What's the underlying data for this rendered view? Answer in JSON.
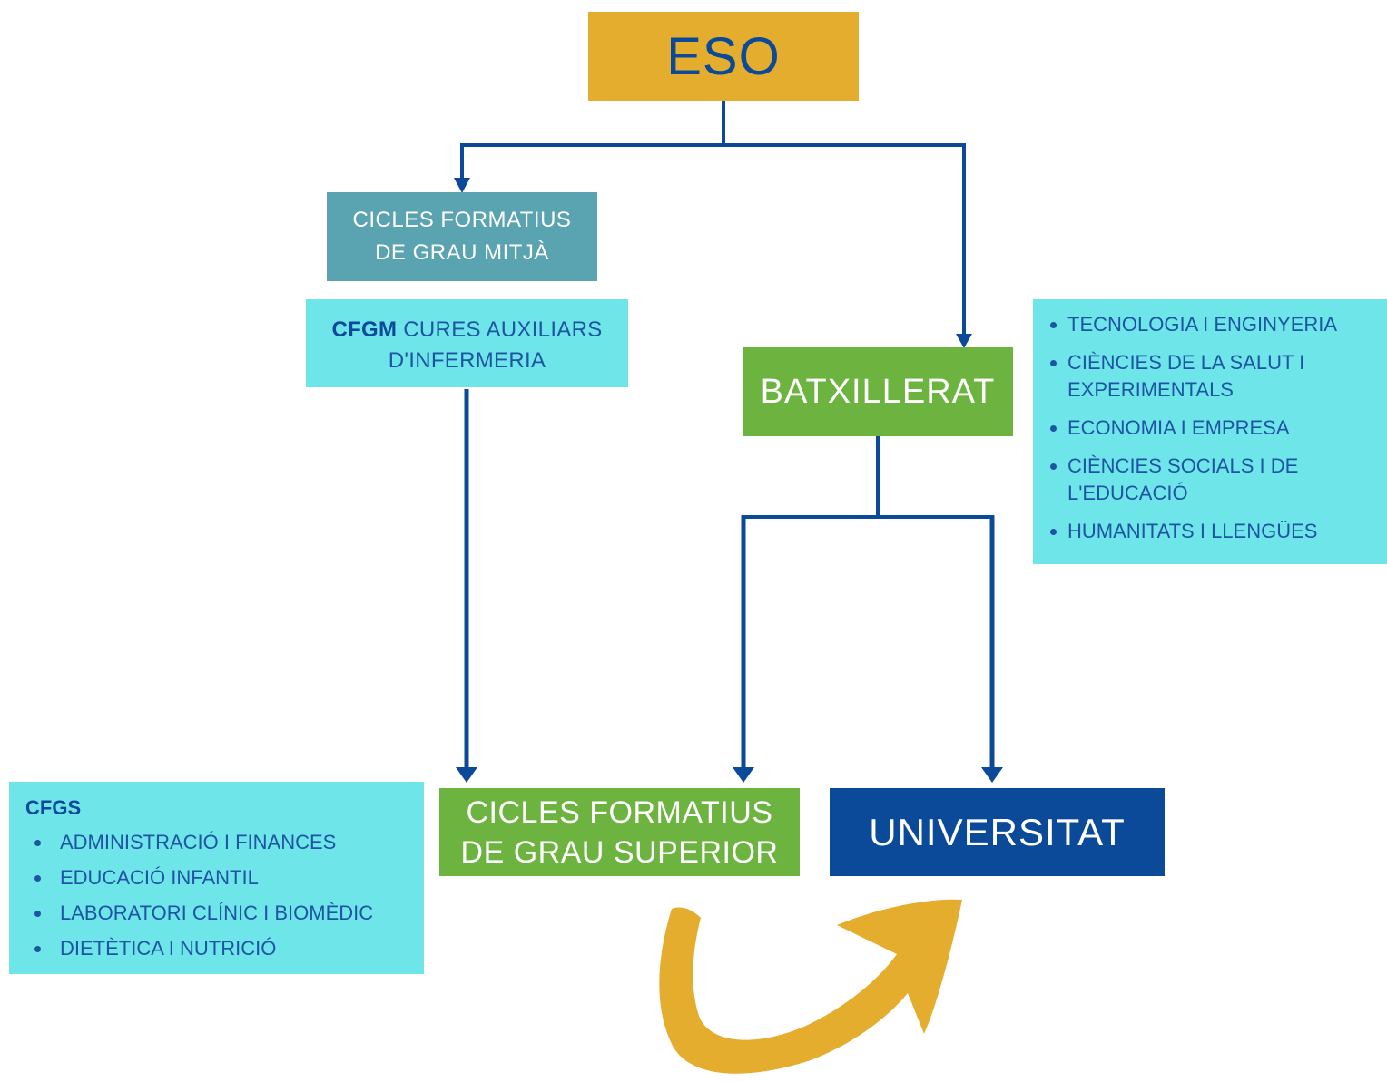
{
  "colors": {
    "eso_bg": "#e5ad2e",
    "eso_text": "#0b4a99",
    "cfgm_bg": "#5aa3b0",
    "light_cyan": "#6ee6e9",
    "green": "#6cb43f",
    "navy": "#0b4a99",
    "connector": "#0b4a99",
    "swoosh_arrow": "#e5ad2e"
  },
  "nodes": {
    "eso": {
      "label": "ESO"
    },
    "cfgm": {
      "line1": "CICLES FORMATIUS",
      "line2": "DE GRAU MITJÀ"
    },
    "cfgm_detail": {
      "prefix": "CFGM",
      "line1_rest": " CURES AUXILIARS",
      "line2": "D'INFERMERIA"
    },
    "batxillerat": {
      "label": "BATXILLERAT",
      "modalities": [
        [
          "TECNOLOGIA I ENGINYERIA"
        ],
        [
          "CIÈNCIES DE LA SALUT I",
          "EXPERIMENTALS"
        ],
        [
          "ECONOMIA I EMPRESA"
        ],
        [
          "CIÈNCIES SOCIALS I DE",
          "L'EDUCACIÓ"
        ],
        [
          "HUMANITATS I LLENGÜES"
        ]
      ]
    },
    "cfgs_detail": {
      "heading": "CFGS",
      "items": [
        "ADMINISTRACIÓ I FINANCES",
        "EDUCACIÓ INFANTIL",
        "LABORATORI CLÍNIC I BIOMÈDIC",
        "DIETÈTICA I NUTRICIÓ"
      ]
    },
    "cfgs": {
      "line1": "CICLES FORMATIUS",
      "line2": "DE GRAU SUPERIOR"
    },
    "universitat": {
      "label": "UNIVERSITAT"
    }
  },
  "edges": [
    {
      "from": "eso",
      "to": "cfgm"
    },
    {
      "from": "eso",
      "to": "batxillerat"
    },
    {
      "from": "cfgm_detail",
      "to": "cfgs"
    },
    {
      "from": "batxillerat",
      "to": "cfgs"
    },
    {
      "from": "batxillerat",
      "to": "universitat"
    },
    {
      "from": "cfgs",
      "to": "universitat"
    }
  ]
}
